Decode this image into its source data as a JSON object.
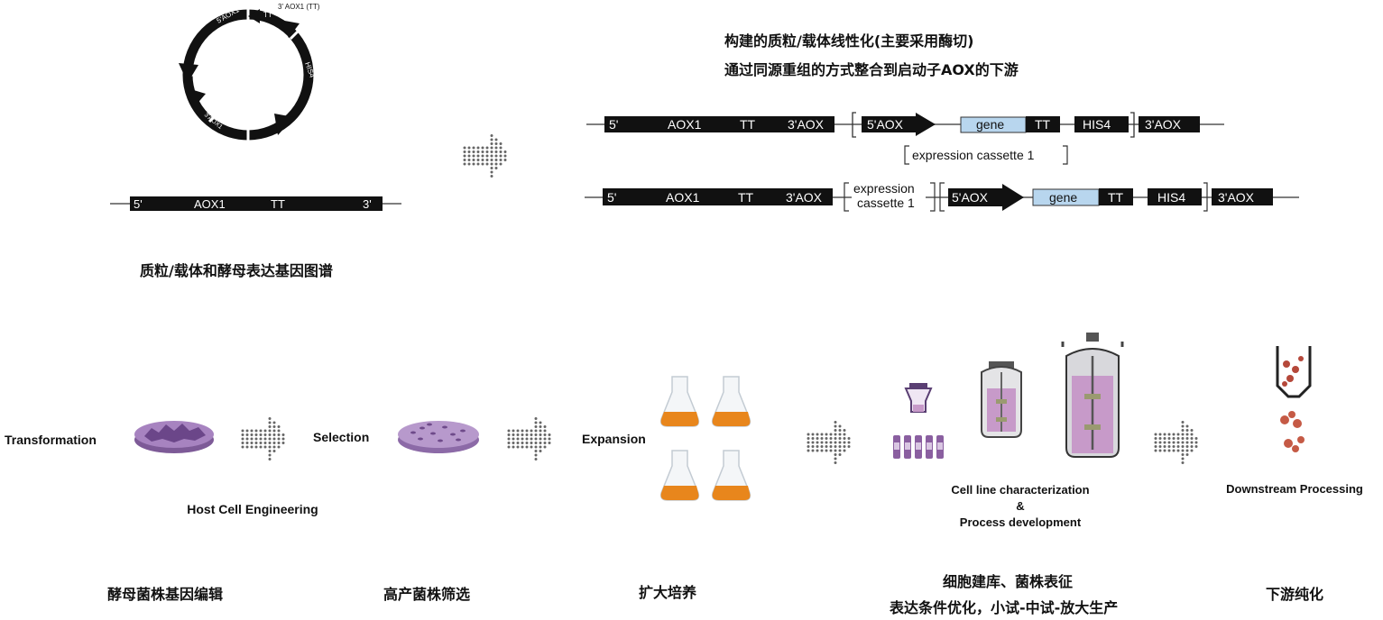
{
  "plasmid": {
    "labels": {
      "aox5": "5'AOX1",
      "tt": "TT",
      "aox3_tt": "3' AOX1 (TT)",
      "his4": "HIS4",
      "aox3": "3'AOX1"
    },
    "linear": {
      "l5": "5'",
      "aox1": "AOX1",
      "tt": "TT",
      "l3": "3'"
    },
    "caption": "质粒/载体和酵母表达基因图谱"
  },
  "integration": {
    "title_line1": "构建的质粒/载体线性化(主要采用酶切)",
    "title_line2": "通过同源重组的方式整合到启动子AOX的下游",
    "row1": {
      "l5": "5'",
      "aox1": "AOX1",
      "tt": "TT",
      "aox3": "3'AOX",
      "paox5": "5'AOX",
      "gene": "gene",
      "tt2": "TT",
      "his4": "HIS4",
      "aox3b": "3'AOX",
      "cassette": "expression cassette 1"
    },
    "row2": {
      "l5": "5'",
      "aox1": "AOX1",
      "tt": "TT",
      "aox3": "3'AOX",
      "cassette_line1": "expression",
      "cassette_line2": "cassette 1",
      "paox5": "5'AOX",
      "gene": "gene",
      "tt2": "TT",
      "his4": "HIS4",
      "aox3b": "3'AOX"
    }
  },
  "workflow": {
    "transformation": "Transformation",
    "selection": "Selection",
    "expansion": "Expansion",
    "host_cell": "Host Cell Engineering",
    "cell_line_1": "Cell line characterization",
    "cell_line_amp": "&",
    "cell_line_2": "Process development",
    "downstream": "Downstream Processing"
  },
  "captions": {
    "c1": "酵母菌株基因编辑",
    "c2": "高产菌株筛选",
    "c3": "扩大培养",
    "c4a": "细胞建库、菌株表征",
    "c4b": "表达条件优化，小试-中试-放大生产",
    "c5": "下游纯化"
  },
  "colors": {
    "black": "#111111",
    "gene": "#b8d6ee",
    "dish": "#9b78b5",
    "flask_liquid": "#e8861c",
    "reactor": "#c79ac9"
  }
}
